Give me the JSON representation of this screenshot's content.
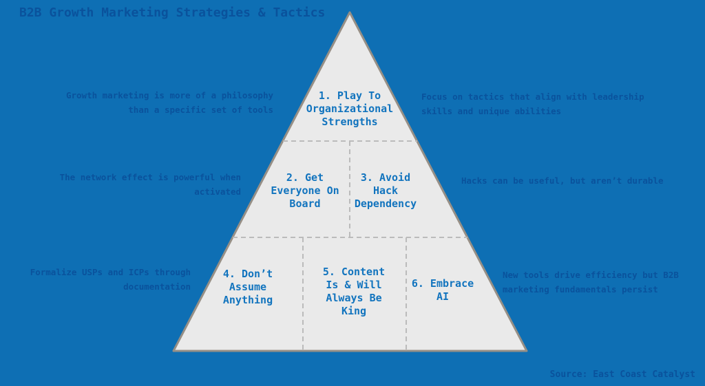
{
  "title": "B2B Growth Marketing Strategies & Tactics",
  "source": "Source: East Coast Catalyst",
  "colors": {
    "background": "#0E6FB4",
    "dark_blue_text": "#0A529C",
    "pyramid_fill": "#EAEAEA",
    "pyramid_border": "#968F86",
    "label_text": "#1274BE",
    "divider": "#BBBBBB"
  },
  "pyramid": {
    "cell1": "1. Play To\nOrganizational\nStrengths",
    "cell2": "2. Get\nEveryone On\nBoard",
    "cell3": "3. Avoid\nHack\nDependency",
    "cell4": "4. Don’t\nAssume\nAnything",
    "cell5": "5. Content\nIs & Will\nAlways Be\nKing",
    "cell6": "6. Embrace\nAI"
  },
  "annotations": {
    "top_left": "Growth marketing is more of a philosophy\nthan a specific set of tools",
    "top_right": "Focus on tactics that align with leadership\nskills and unique abilities",
    "mid_left": "The network effect is powerful when\nactivated",
    "mid_right": "Hacks can be useful, but aren’t durable",
    "bottom_left": "Formalize USPs and ICPs through\ndocumentation",
    "bottom_right": "New tools drive efficiency but B2B\nmarketing fundamentals persist"
  }
}
